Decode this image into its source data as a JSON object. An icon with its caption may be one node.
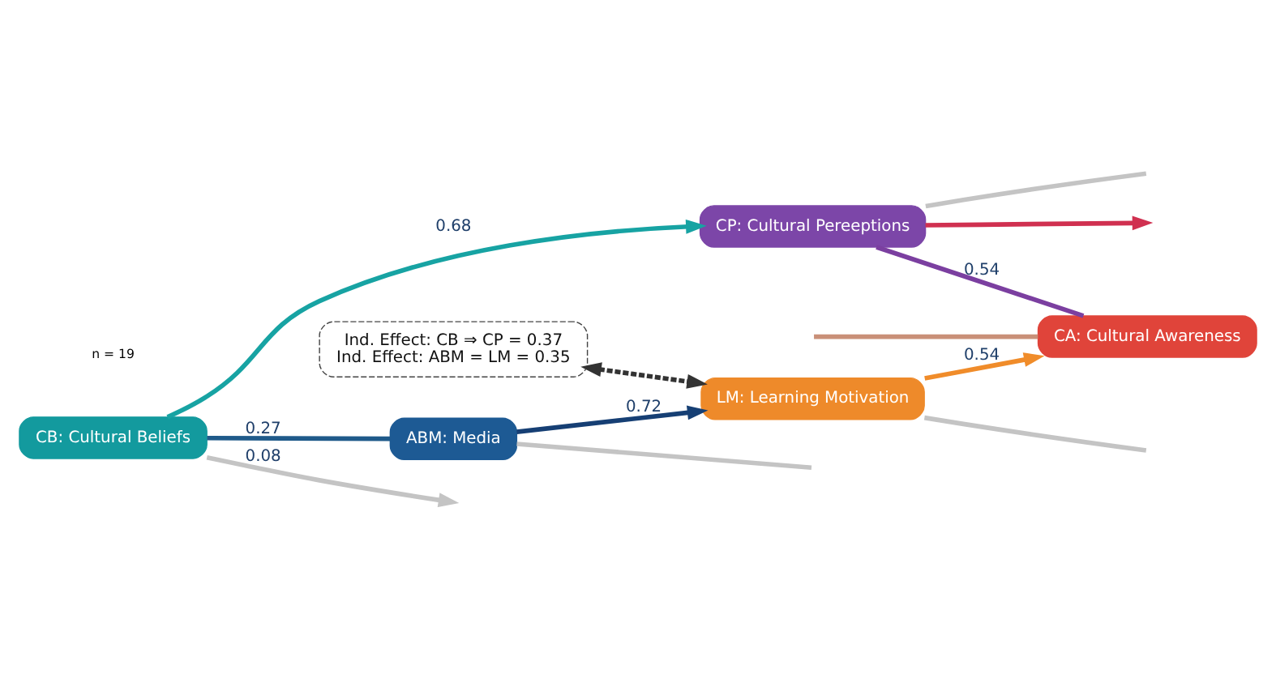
{
  "diagram": {
    "nodes": [
      {
        "text": [
          "CB: Cultural Beliefs"
        ]
      },
      {
        "text": [
          "CP: Cultural Pereeptions"
        ]
      },
      {
        "text": [
          "ABM: Media"
        ]
      },
      {
        "text": [
          "LM: Learning Motivation"
        ]
      },
      {
        "text": [
          "CA: Cultural Awareness"
        ]
      },
      {
        "text": [
          "Ind. Effect: CB ⇒ CP = 0.37",
          "Ind. Effect: ABM = LM = 0.35"
        ]
      }
    ],
    "edges": [
      {
        "from": 0,
        "to": 1,
        "arrow": "to",
        "label": "0.68",
        "color": "#17a3a3"
      },
      {
        "from": 0,
        "to": null,
        "arrow": "to",
        "label": "0.08",
        "color": "#c4c4c4"
      },
      {
        "from": 0,
        "to": 2,
        "arrow": "none",
        "label": "0.27",
        "color": "#1f5a8a"
      },
      {
        "from": 1,
        "to": null,
        "arrow": "none",
        "color": "#c4c4c4"
      },
      {
        "from": 2,
        "to": null,
        "arrow": "none",
        "color": "#c4c4c4"
      },
      {
        "from": 1,
        "to": null,
        "arrow": "to",
        "color": "#d03050"
      },
      {
        "from": 1,
        "to": 4,
        "arrow": "none",
        "label": "0.54",
        "color": "#7b3fa0"
      },
      {
        "from": null,
        "to": 4,
        "arrow": "none",
        "color": "#c99078"
      },
      {
        "from": 3,
        "to": null,
        "arrow": "none",
        "color": "#c4c4c4"
      },
      {
        "from": 3,
        "to": 4,
        "arrow": "to",
        "label": "0.54",
        "color": "#f08c2a"
      },
      {
        "from": 2,
        "to": 3,
        "arrow": "to",
        "label": "0.72",
        "color": "#163f74"
      },
      {
        "from": 5,
        "to": 3,
        "arrow": "both",
        "color": "#333333",
        "style": "dashed"
      }
    ],
    "labels": [
      "n = 19"
    ]
  }
}
